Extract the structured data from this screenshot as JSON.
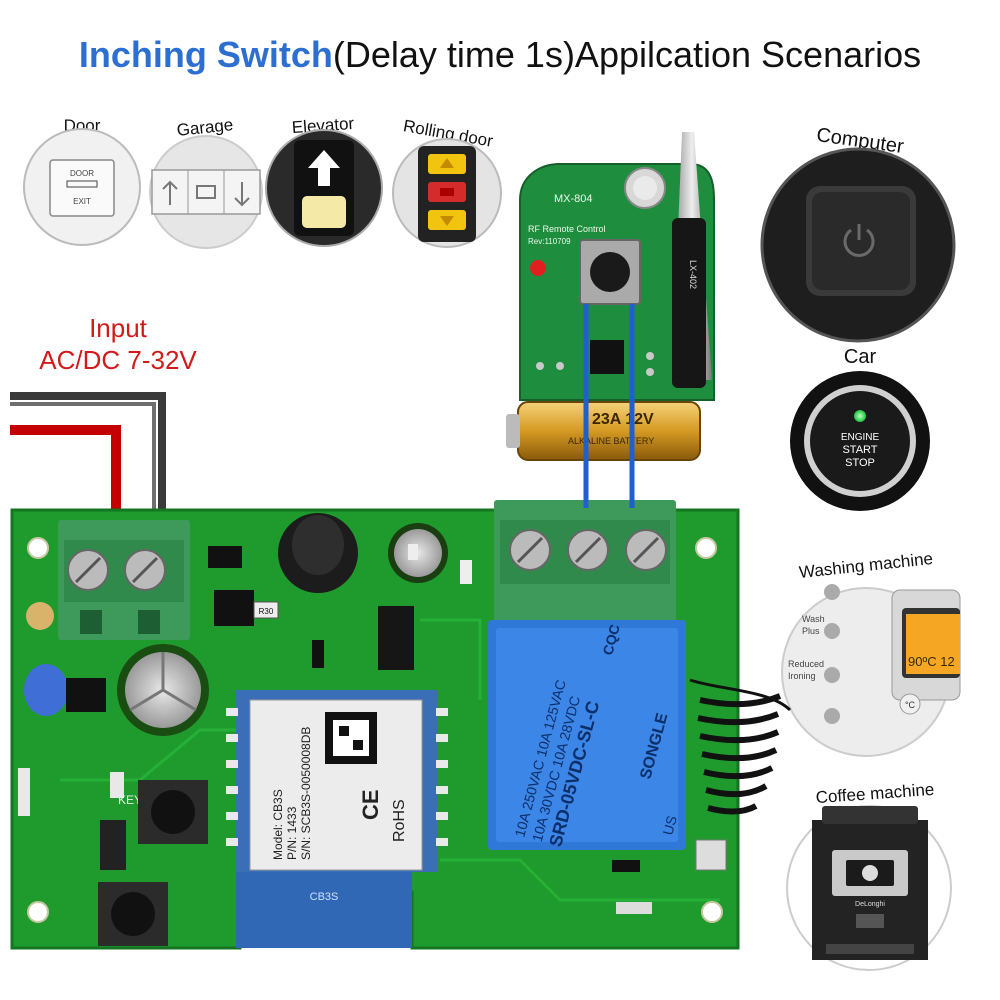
{
  "title": {
    "highlight": "Inching Switch",
    "rest": "(Delay time 1s)Appilcation Scenarios"
  },
  "input": {
    "line1": "Input",
    "line2": "AC/DC 7-32V"
  },
  "scenarios": {
    "door": "Door",
    "garage": "Garage",
    "elevator": "Elevator",
    "rolling_door": "Rolling door",
    "computer": "Computer",
    "car": "Car",
    "washing_machine": "Washing machine",
    "coffee_machine": "Coffee machine"
  },
  "door_sign": {
    "top": "DOOR",
    "bottom": "EXIT"
  },
  "car_button": {
    "line1": "ENGINE",
    "line2": "START",
    "line3": "STOP"
  },
  "washer": {
    "item1": "Wash",
    "item2": "Plus",
    "item3": "Reduced",
    "item4": "Ironing",
    "display": "90ºC 12",
    "temp": "°C"
  },
  "coffee": {
    "brand": "DeLonghi"
  },
  "remote": {
    "model": "MX-804",
    "label": "RF Remote Control",
    "rev": "Rev:110709",
    "battery": "23A 12V",
    "battery_brand": "ALKALINE BATTERY",
    "antenna": "LX-402"
  },
  "relay": {
    "line1": "10A 250VAC 10A 125VAC",
    "line2": "10A 30VDC 10A 28VDC",
    "line3": "SRD-05VDC-SL-C",
    "brand": "SONGLE",
    "mark1": "CQC",
    "mark2": "US"
  },
  "module": {
    "model": "Model: CB3S",
    "pn": "P/N: 1433",
    "sn": "S/N: SCB3S-0050008DB",
    "ce": "CE",
    "rohs": "RoHS",
    "name": "CB3S"
  },
  "board": {
    "key_label": "KEY",
    "smd_label": "R30"
  }
}
